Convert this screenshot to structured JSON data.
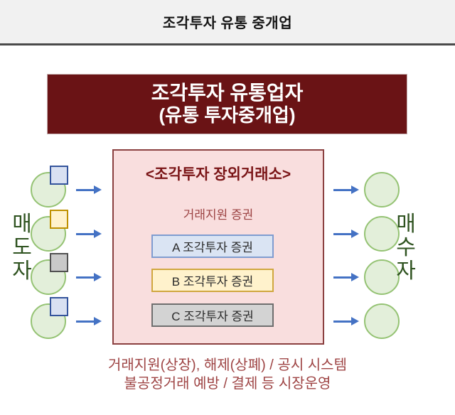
{
  "header": {
    "title": "조각투자 유통 중개업"
  },
  "broker_box": {
    "line1": "조각투자 유통업자",
    "line2": "(유통 투자중개업)",
    "fill_color": "#6a1315",
    "text_color": "#ffffff"
  },
  "exchange_box": {
    "title": "<조각투자 장외거래소>",
    "subtitle": "거래지원 증권",
    "fill_color": "#f9dede",
    "border_color": "#8b4040",
    "securities": [
      {
        "label": "A 조각투자 증권",
        "style": "background:#dae4f3;border-color:#7f9cd0"
      },
      {
        "label": "B 조각투자 증권",
        "style": "background:#fff2cc;border-color:#d0a73f"
      },
      {
        "label": "C 조각투자 증권",
        "style": "background:#d3d3d3;border-color:#6e6e6e"
      }
    ]
  },
  "sellers": {
    "label": "매도자",
    "rows": [
      {
        "token": "A",
        "square_style": "background:#d9e1f2;border-color:#34549c"
      },
      {
        "token": "B",
        "square_style": "background:#fff2cc;border-color:#bf9000"
      },
      {
        "token": "C",
        "square_style": "background:#c9c9c9;border-color:#515151"
      },
      {
        "token": "A",
        "square_style": "background:#d9e1f2;border-color:#34549c"
      }
    ]
  },
  "buyers": {
    "label": "매수자"
  },
  "caption": {
    "line1": "거래지원(상장), 해제(상폐) / 공시 시스템",
    "line2": "불공정거래 예방 / 결제 등 시장운영",
    "text_color": "#9e4444"
  },
  "accent_colors": {
    "arrow": "#4472c4",
    "circle_fill": "#e3efda",
    "circle_border": "#95c374",
    "participant_label": "#2f5320",
    "header_bg": "#f1f1f1",
    "header_rule": "#4a4a4a"
  }
}
